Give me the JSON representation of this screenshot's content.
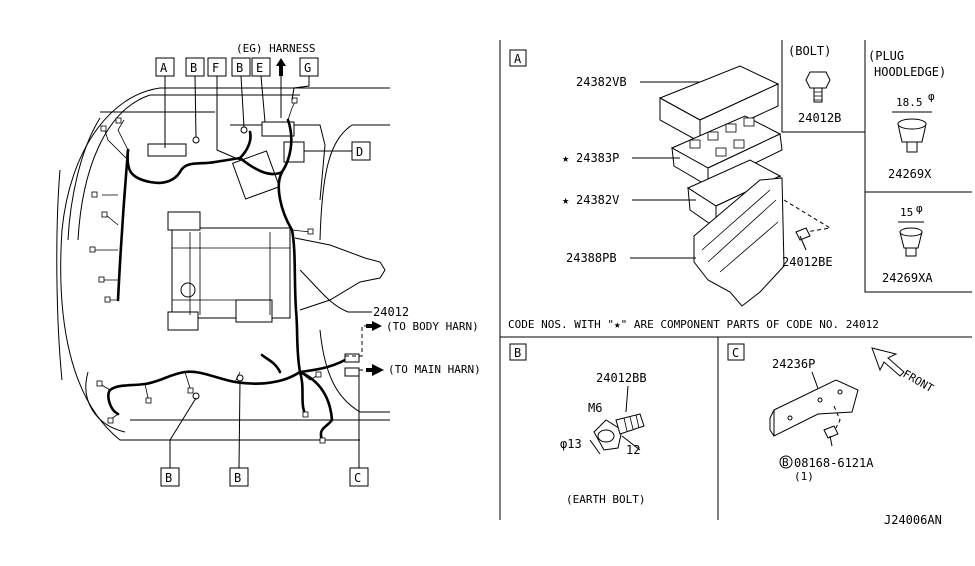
{
  "callouts": {
    "A": "A",
    "B": "B",
    "C": "C",
    "D": "D",
    "E": "E",
    "F": "F",
    "G": "G"
  },
  "main_diagram": {
    "eg_harness": "(EG) HARNESS",
    "part_24012": "24012",
    "to_body_harn": "(TO BODY HARN)",
    "to_main_harn": "(TO MAIN HARN)"
  },
  "section_a": {
    "label": "A",
    "part_24382vb": "24382VB",
    "part_24383p": "24383P",
    "part_24382v": "24382V",
    "part_24388pb": "24388PB",
    "part_24012be": "24012BE",
    "star": "★",
    "bolt_title": "(BOLT)",
    "bolt_part": "24012B",
    "plug_title_1": "(PLUG",
    "plug_title_2": "HOODLEDGE)",
    "plug1_size": "18.5",
    "plug1_part": "24269X",
    "plug2_size": "15",
    "plug2_part": "24269XA",
    "phi": "φ"
  },
  "note": "CODE NOS. WITH \"★\" ARE COMPONENT PARTS OF CODE NO. 24012",
  "section_b": {
    "label": "B",
    "part": "24012BB",
    "thread": "M6",
    "dia": "φ13",
    "length": "12",
    "caption": "(EARTH BOLT)"
  },
  "section_c": {
    "label": "C",
    "part": "24236P",
    "front": "FRONT",
    "bolt_code": "08168-6121A",
    "bolt_b": "B",
    "qty": "(1)"
  },
  "diagram_id": "J24006AN"
}
